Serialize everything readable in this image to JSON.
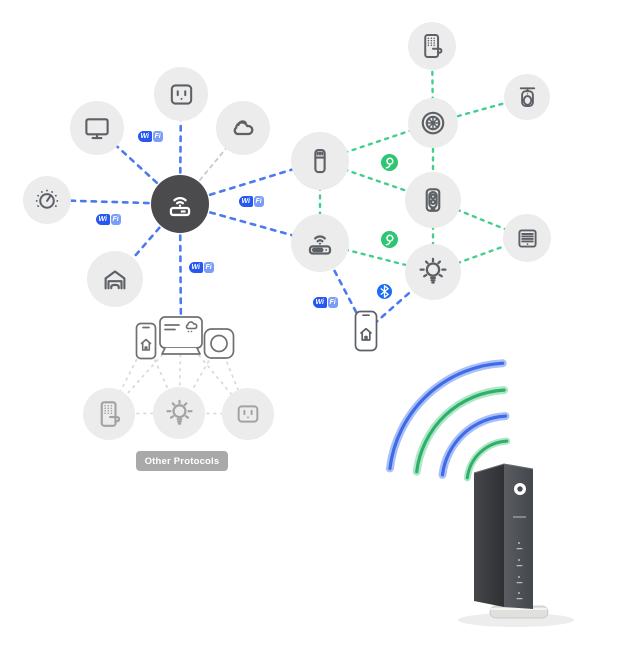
{
  "badges": {
    "wifi": {
      "left": "Wi",
      "right": "Fi"
    },
    "thread_name": "thread-protocol",
    "bluetooth_name": "bluetooth"
  },
  "labels": {
    "other_protocols": "Other Protocols"
  },
  "colors": {
    "wifi_line": "#4a79f0",
    "thread_line": "#43ce8d",
    "cloud_line": "#c9c9c9",
    "other_line": "#dadada",
    "wifi_badge_dark": "#2657f0",
    "wifi_badge_light": "#7b9cf8",
    "thread_badge": "#2ec573",
    "bluetooth_badge": "#1a6ef5",
    "node_fill": "#ececec",
    "hub_fill": "#4b4b4d",
    "pill_bg": "#a9a9a9",
    "wave_blue": "#3f6ae8",
    "wave_green": "#2fb069",
    "router_body": "#3a3c40"
  },
  "diagram": {
    "nodes": [
      {
        "id": "smart-tv",
        "kind": "tv"
      },
      {
        "id": "smart-plug",
        "kind": "power-outlet"
      },
      {
        "id": "cloud",
        "kind": "cloud-service"
      },
      {
        "id": "dimmer",
        "kind": "dimmer-knob"
      },
      {
        "id": "wifi-hub",
        "kind": "wifi-router-hub"
      },
      {
        "id": "garage-door",
        "kind": "garage"
      },
      {
        "id": "smart-speaker",
        "kind": "speaker"
      },
      {
        "id": "wifi-extender",
        "kind": "wifi-extender"
      },
      {
        "id": "door-lock",
        "kind": "keypad-lock"
      },
      {
        "id": "security-camera",
        "kind": "ceiling-camera"
      },
      {
        "id": "fan",
        "kind": "fan"
      },
      {
        "id": "smart-switch",
        "kind": "remote-switch"
      },
      {
        "id": "radiator",
        "kind": "heater"
      },
      {
        "id": "smart-bulb",
        "kind": "light-bulb"
      },
      {
        "id": "phone",
        "kind": "phone-with-home-app"
      },
      {
        "id": "hub-phone",
        "kind": "phone-with-home-app"
      },
      {
        "id": "hub-display",
        "kind": "smart-display"
      },
      {
        "id": "hub-camera",
        "kind": "camera-cube"
      },
      {
        "id": "lock-2",
        "kind": "keypad-lock"
      },
      {
        "id": "bulb-2",
        "kind": "light-bulb"
      },
      {
        "id": "plug-2",
        "kind": "power-outlet"
      },
      {
        "id": "vodafone-router",
        "kind": "broadband-router-photo"
      }
    ],
    "edges": [
      {
        "from": "wifi-hub",
        "to": "smart-tv",
        "protocol": "wifi"
      },
      {
        "from": "wifi-hub",
        "to": "smart-plug",
        "protocol": "wifi"
      },
      {
        "from": "wifi-hub",
        "to": "dimmer",
        "protocol": "wifi"
      },
      {
        "from": "wifi-hub",
        "to": "garage-door",
        "protocol": "wifi"
      },
      {
        "from": "wifi-hub",
        "to": "smart-speaker",
        "protocol": "wifi"
      },
      {
        "from": "wifi-hub",
        "to": "wifi-extender",
        "protocol": "wifi"
      },
      {
        "from": "wifi-hub",
        "to": "hub-display",
        "protocol": "wifi"
      },
      {
        "from": "wifi-extender",
        "to": "phone",
        "protocol": "wifi"
      },
      {
        "from": "phone",
        "to": "smart-bulb",
        "protocol": "bluetooth"
      },
      {
        "from": "cloud",
        "to": "wifi-hub",
        "protocol": "cloud"
      },
      {
        "from": "door-lock",
        "to": "fan",
        "protocol": "thread"
      },
      {
        "from": "fan",
        "to": "security-camera",
        "protocol": "thread"
      },
      {
        "from": "smart-speaker",
        "to": "fan",
        "protocol": "thread"
      },
      {
        "from": "smart-speaker",
        "to": "smart-switch",
        "protocol": "thread"
      },
      {
        "from": "smart-speaker",
        "to": "wifi-extender",
        "protocol": "thread"
      },
      {
        "from": "fan",
        "to": "smart-switch",
        "protocol": "thread"
      },
      {
        "from": "smart-switch",
        "to": "radiator",
        "protocol": "thread"
      },
      {
        "from": "smart-switch",
        "to": "smart-bulb",
        "protocol": "thread"
      },
      {
        "from": "wifi-extender",
        "to": "smart-bulb",
        "protocol": "thread"
      },
      {
        "from": "smart-bulb",
        "to": "radiator",
        "protocol": "thread"
      },
      {
        "from": "hub-phone",
        "to": "lock-2",
        "protocol": "other"
      },
      {
        "from": "hub-phone",
        "to": "bulb-2",
        "protocol": "other"
      },
      {
        "from": "hub-display",
        "to": "lock-2",
        "protocol": "other"
      },
      {
        "from": "hub-display",
        "to": "bulb-2",
        "protocol": "other"
      },
      {
        "from": "hub-display",
        "to": "plug-2",
        "protocol": "other"
      },
      {
        "from": "hub-camera",
        "to": "bulb-2",
        "protocol": "other"
      },
      {
        "from": "hub-camera",
        "to": "plug-2",
        "protocol": "other"
      },
      {
        "from": "lock-2",
        "to": "bulb-2",
        "protocol": "other"
      },
      {
        "from": "bulb-2",
        "to": "plug-2",
        "protocol": "other"
      }
    ],
    "wifi_waves": {
      "count": 4,
      "colors": [
        "blue",
        "green",
        "blue",
        "green"
      ]
    }
  }
}
